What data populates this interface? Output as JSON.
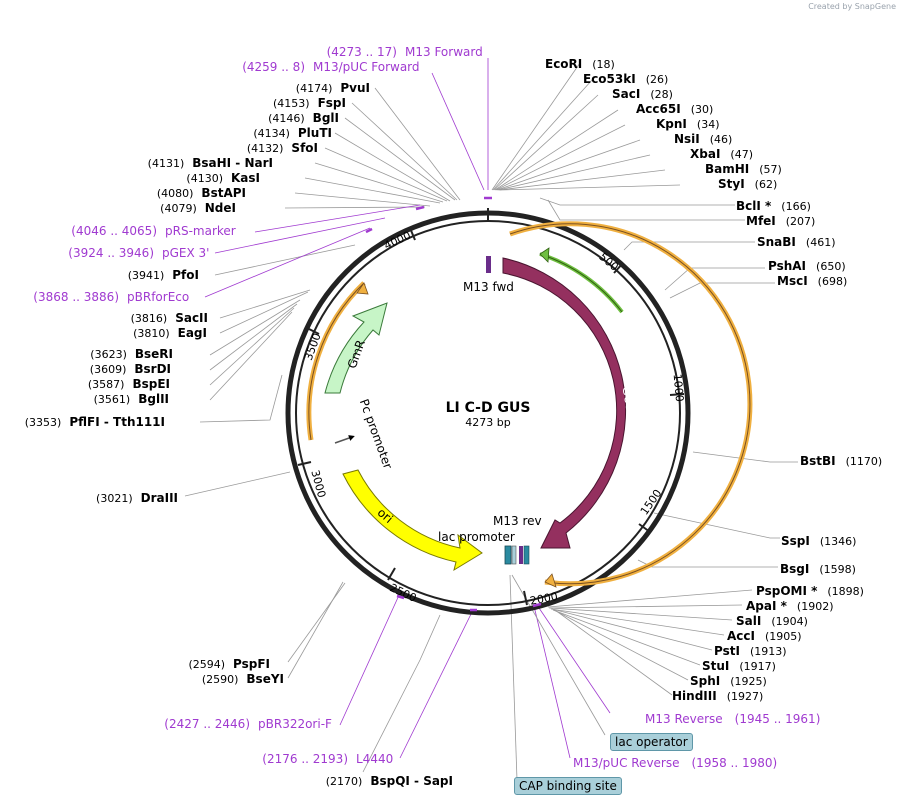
{
  "watermark": "Created by SnapGene",
  "title": "LI C-D GUS",
  "length": "4273 bp",
  "ticks": [
    "500",
    "1000",
    "1500",
    "2000",
    "2500",
    "3000",
    "3500",
    "4000"
  ],
  "features": {
    "gus": "GUS",
    "gmr": "GmR",
    "ori": "ori",
    "pc_promoter": "Pc promoter",
    "lac_promoter": "lac promoter",
    "m13_fwd": "M13 fwd",
    "m13_rev": "M13 rev"
  },
  "sites_right": [
    {
      "name": "EcoRI",
      "pos": "(18)"
    },
    {
      "name": "Eco53kI",
      "pos": "(26)"
    },
    {
      "name": "SacI",
      "pos": "(28)"
    },
    {
      "name": "Acc65I",
      "pos": "(30)"
    },
    {
      "name": "KpnI",
      "pos": "(34)"
    },
    {
      "name": "NsiI",
      "pos": "(46)"
    },
    {
      "name": "XbaI",
      "pos": "(47)"
    },
    {
      "name": "BamHI",
      "pos": "(57)"
    },
    {
      "name": "StyI",
      "pos": "(62)"
    },
    {
      "name": "BclI *",
      "pos": "(166)"
    },
    {
      "name": "MfeI",
      "pos": "(207)"
    },
    {
      "name": "SnaBI",
      "pos": "(461)"
    },
    {
      "name": "PshAI",
      "pos": "(650)"
    },
    {
      "name": "MscI",
      "pos": "(698)"
    },
    {
      "name": "BstBI",
      "pos": "(1170)"
    },
    {
      "name": "SspI",
      "pos": "(1346)"
    },
    {
      "name": "BsgI",
      "pos": "(1598)"
    },
    {
      "name": "PspOMI *",
      "pos": "(1898)"
    },
    {
      "name": "ApaI *",
      "pos": "(1902)"
    },
    {
      "name": "SalI",
      "pos": "(1904)"
    },
    {
      "name": "AccI",
      "pos": "(1905)"
    },
    {
      "name": "PstI",
      "pos": "(1913)"
    },
    {
      "name": "StuI",
      "pos": "(1917)"
    },
    {
      "name": "SphI",
      "pos": "(1925)"
    },
    {
      "name": "HindIII",
      "pos": "(1927)"
    }
  ],
  "sites_left": [
    {
      "name": "PvuI",
      "pos": "(4174)"
    },
    {
      "name": "FspI",
      "pos": "(4153)"
    },
    {
      "name": "BglI",
      "pos": "(4146)"
    },
    {
      "name": "PluTI",
      "pos": "(4134)"
    },
    {
      "name": "SfoI",
      "pos": "(4132)"
    },
    {
      "name": "BsaHI  -  NarI",
      "pos": "(4131)"
    },
    {
      "name": "KasI",
      "pos": "(4130)"
    },
    {
      "name": "BstAPI",
      "pos": "(4080)"
    },
    {
      "name": "NdeI",
      "pos": "(4079)"
    },
    {
      "name": "PfoI",
      "pos": "(3941)"
    },
    {
      "name": "SacII",
      "pos": "(3816)"
    },
    {
      "name": "EagI",
      "pos": "(3810)"
    },
    {
      "name": "BseRI",
      "pos": "(3623)"
    },
    {
      "name": "BsrDI",
      "pos": "(3609)"
    },
    {
      "name": "BspEI",
      "pos": "(3587)"
    },
    {
      "name": "BglII",
      "pos": "(3561)"
    },
    {
      "name": "PflFI  -  Tth111I",
      "pos": "(3353)"
    },
    {
      "name": "DraIII",
      "pos": "(3021)"
    },
    {
      "name": "PspFI",
      "pos": "(2594)"
    },
    {
      "name": "BseYI",
      "pos": "(2590)"
    },
    {
      "name": "BspQI  -  SapI",
      "pos": "(2170)"
    }
  ],
  "primers": [
    {
      "range": "(4273 .. 17)",
      "name": "M13 Forward"
    },
    {
      "range": "(4259 .. 8)",
      "name": "M13/pUC Forward"
    },
    {
      "range": "(4046 .. 4065)",
      "name": "pRS-marker"
    },
    {
      "range": "(3924 .. 3946)",
      "name": "pGEX 3'"
    },
    {
      "range": "(3868 .. 3886)",
      "name": "pBRforEco"
    },
    {
      "range": "(2427 .. 2446)",
      "name": "pBR322ori-F"
    },
    {
      "range": "(2176 .. 2193)",
      "name": "L4440"
    },
    {
      "range": "(1945 .. 1961)",
      "name": "M13 Reverse"
    },
    {
      "range": "(1958 .. 1980)",
      "name": "M13/pUC Reverse"
    }
  ],
  "tags": {
    "lac_operator": "lac operator",
    "cap_site": "CAP binding site"
  },
  "colors": {
    "gus": "#94305f",
    "gmr": "#c7f5c7",
    "ori": "#ffff00",
    "orf": "#f0b040",
    "primer": "#a03ad0",
    "tag": "#a9cfd9"
  }
}
